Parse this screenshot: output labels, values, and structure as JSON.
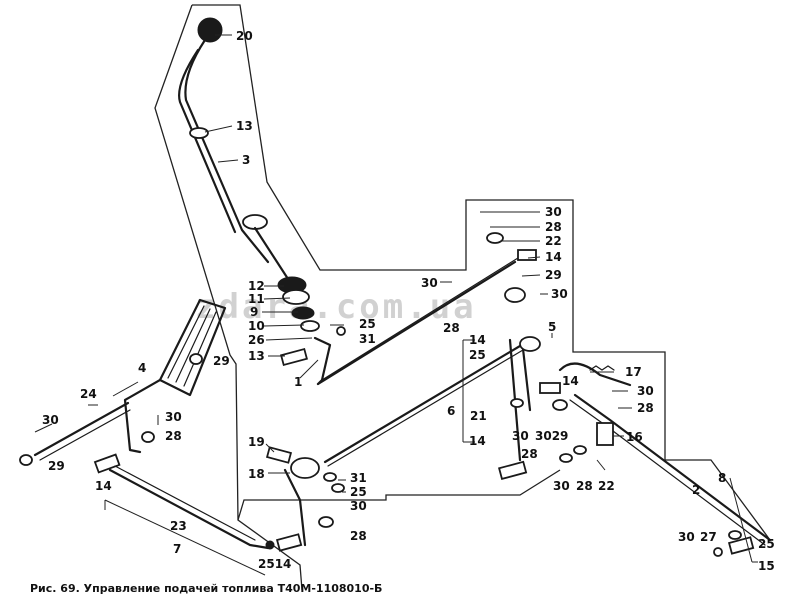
{
  "caption": "Рис. 69. Управление подачей топлива Т40М-1108010-Б",
  "watermark": "zdara.com.ua",
  "callouts": [
    {
      "id": "c20",
      "text": "20"
    },
    {
      "id": "c13a",
      "text": "13"
    },
    {
      "id": "c3",
      "text": "3"
    },
    {
      "id": "c12",
      "text": "12"
    },
    {
      "id": "c11",
      "text": "11"
    },
    {
      "id": "c9",
      "text": "9"
    },
    {
      "id": "c10",
      "text": "10"
    },
    {
      "id": "c26",
      "text": "26"
    },
    {
      "id": "c13b",
      "text": "13"
    },
    {
      "id": "c1",
      "text": "1"
    },
    {
      "id": "c25a",
      "text": "25"
    },
    {
      "id": "c31a",
      "text": "31"
    },
    {
      "id": "c30a",
      "text": "30"
    },
    {
      "id": "c28a",
      "text": "28"
    },
    {
      "id": "c30b",
      "text": "30"
    },
    {
      "id": "c28b",
      "text": "28"
    },
    {
      "id": "c22a",
      "text": "22"
    },
    {
      "id": "c14a",
      "text": "14"
    },
    {
      "id": "c29a",
      "text": "29"
    },
    {
      "id": "c30c",
      "text": "30"
    },
    {
      "id": "c14b",
      "text": "14"
    },
    {
      "id": "c25b",
      "text": "25"
    },
    {
      "id": "c5",
      "text": "5"
    },
    {
      "id": "c17",
      "text": "17"
    },
    {
      "id": "c14c",
      "text": "14"
    },
    {
      "id": "c30d",
      "text": "30"
    },
    {
      "id": "c28c",
      "text": "28"
    },
    {
      "id": "c6",
      "text": "6"
    },
    {
      "id": "c21",
      "text": "21"
    },
    {
      "id": "c30e",
      "text": "30"
    },
    {
      "id": "c3029",
      "text": "3029"
    },
    {
      "id": "c16",
      "text": "16"
    },
    {
      "id": "c14d",
      "text": "14"
    },
    {
      "id": "c28d",
      "text": "28"
    },
    {
      "id": "c30f",
      "text": "30"
    },
    {
      "id": "c28e",
      "text": "28"
    },
    {
      "id": "c22b",
      "text": "22"
    },
    {
      "id": "c8",
      "text": "8"
    },
    {
      "id": "c2",
      "text": "2"
    },
    {
      "id": "c4",
      "text": "4"
    },
    {
      "id": "c29b",
      "text": "29"
    },
    {
      "id": "c24",
      "text": "24"
    },
    {
      "id": "c30g",
      "text": "30"
    },
    {
      "id": "c30h",
      "text": "30"
    },
    {
      "id": "c28f",
      "text": "28"
    },
    {
      "id": "c29c",
      "text": "29"
    },
    {
      "id": "c14e",
      "text": "14"
    },
    {
      "id": "c19",
      "text": "19"
    },
    {
      "id": "c18",
      "text": "18"
    },
    {
      "id": "c31b",
      "text": "31"
    },
    {
      "id": "c25c",
      "text": "25"
    },
    {
      "id": "c30i",
      "text": "30"
    },
    {
      "id": "c28g",
      "text": "28"
    },
    {
      "id": "c23",
      "text": "23"
    },
    {
      "id": "c7",
      "text": "7"
    },
    {
      "id": "c2514",
      "text": "2514"
    },
    {
      "id": "c30j",
      "text": "30"
    },
    {
      "id": "c27",
      "text": "27"
    },
    {
      "id": "c25d",
      "text": "25"
    },
    {
      "id": "c15",
      "text": "15"
    }
  ]
}
